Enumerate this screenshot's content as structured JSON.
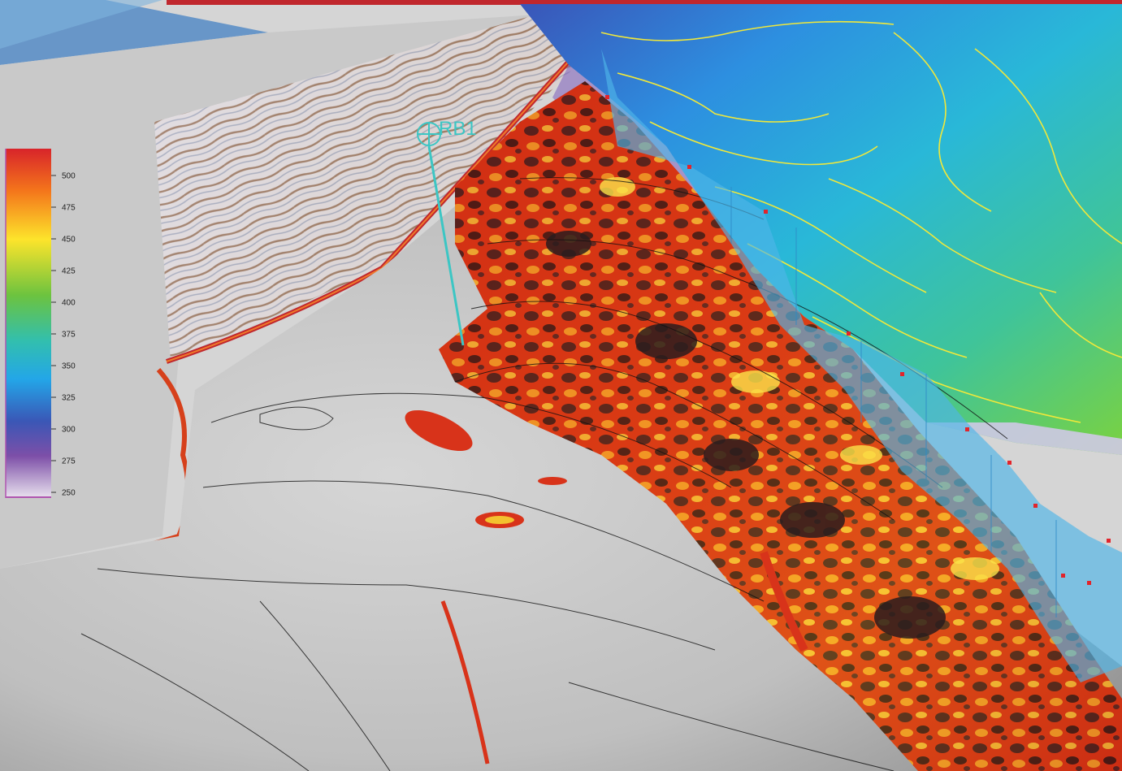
{
  "well": {
    "label": "RB1",
    "color": "#3cc6c4"
  },
  "colorbar": {
    "ticks": [
      "500",
      "475",
      "450",
      "425",
      "400",
      "375",
      "350",
      "325",
      "300",
      "275",
      "250"
    ],
    "min": 250,
    "max": 520,
    "colors": [
      "#d8242a",
      "#f4751b",
      "#fde42b",
      "#6cc33f",
      "#32bfae",
      "#23a6e8",
      "#3a57b6",
      "#7d4fa8",
      "#c256b4"
    ]
  },
  "palette": {
    "frame_red": "#c0272d",
    "contour_yellow": "#f1e83a",
    "seismic_orange": "#e0561f",
    "fault_blue": "#4fb6e8"
  }
}
